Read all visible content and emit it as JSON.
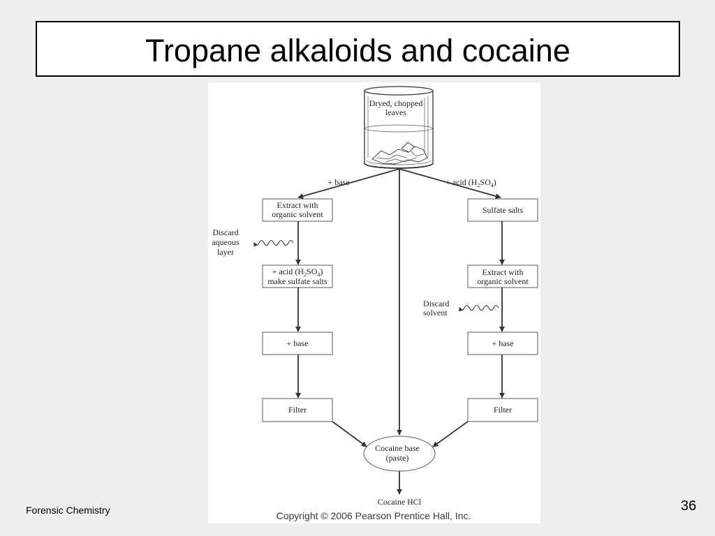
{
  "theme": {
    "slide_background": "#eeeeee",
    "title_border": "#000000",
    "diagram_ink": "#333333"
  },
  "slide": {
    "title": "Tropane alkaloids and cocaine",
    "footer": "Forensic Chemistry",
    "page_number": "36"
  },
  "diagram": {
    "beaker": {
      "label_line1": "Dryed, chopped",
      "label_line2": "leaves"
    },
    "base_branch_label": "+ base",
    "acid_branch_label": {
      "pre": "+ acid (H",
      "sub1": "2",
      "mid": "SO",
      "sub2": "4",
      "post": ")"
    },
    "base_route": {
      "extract": {
        "line1": "Extract with",
        "line2": "organic solvent"
      },
      "discard": {
        "line1": "Discard",
        "line2": "aqueous",
        "line3": "layer"
      },
      "acidify": {
        "line1": {
          "pre": "+ acid (H",
          "sub1": "2",
          "mid": "SO",
          "sub2": "4",
          "post": ")"
        },
        "line2": "make sulfate salts"
      },
      "basify": "+ base",
      "filter": "Filter"
    },
    "acid_route": {
      "salts": "Sulfate salts",
      "extract": {
        "line1": "Extract with",
        "line2": "organic solvent"
      },
      "discard": {
        "line1": "Discard",
        "line2": "solvent"
      },
      "basify": "+ base",
      "filter": "Filter"
    },
    "product": {
      "line1": "Cocaine base",
      "line2": "(paste)"
    },
    "final_product": "Cocaine HCl",
    "copyright": "Copyright © 2006 Pearson Prentice Hall, Inc."
  }
}
